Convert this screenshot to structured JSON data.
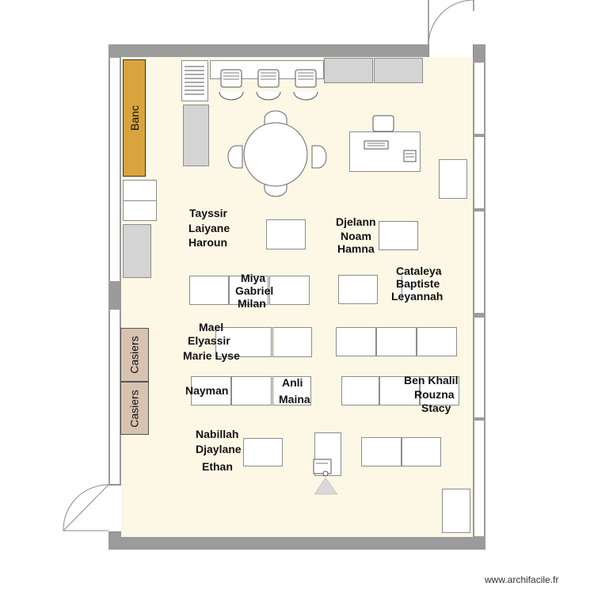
{
  "labels": {
    "bench": "Banc",
    "lockers_top": "Casiers",
    "lockers_bottom": "Casiers"
  },
  "students": {
    "group1": [
      "Tayssir",
      "Laiyane",
      "Haroun"
    ],
    "group2": [
      "Djelann",
      "Noam",
      "Hamna"
    ],
    "group3": [
      "Miya",
      "Gabriel",
      "Milan"
    ],
    "group4": [
      "Cataleya",
      "Baptiste",
      "Leyannah"
    ],
    "group5": [
      "Mael",
      "Elyassir",
      "Marie Lyse"
    ],
    "group6": [
      "Nayman"
    ],
    "group7": [
      "Anli",
      "Maina"
    ],
    "group8": [
      "Ben Khalil",
      "Rouzna",
      "Stacy"
    ],
    "group9": [
      "Nabillah",
      "Djaylane",
      "Ethan"
    ]
  },
  "watermark": "www.archifacile.fr",
  "colors": {
    "wall": "#9b9b9b",
    "floor": "#fdf8e6",
    "bench": "#d9a43e",
    "lockers": "#d8c2b0"
  },
  "icons": {
    "door": "door-swing-icon",
    "chair": "chair-icon",
    "projector": "projector-icon",
    "light_cone": "projector-beam-icon"
  }
}
